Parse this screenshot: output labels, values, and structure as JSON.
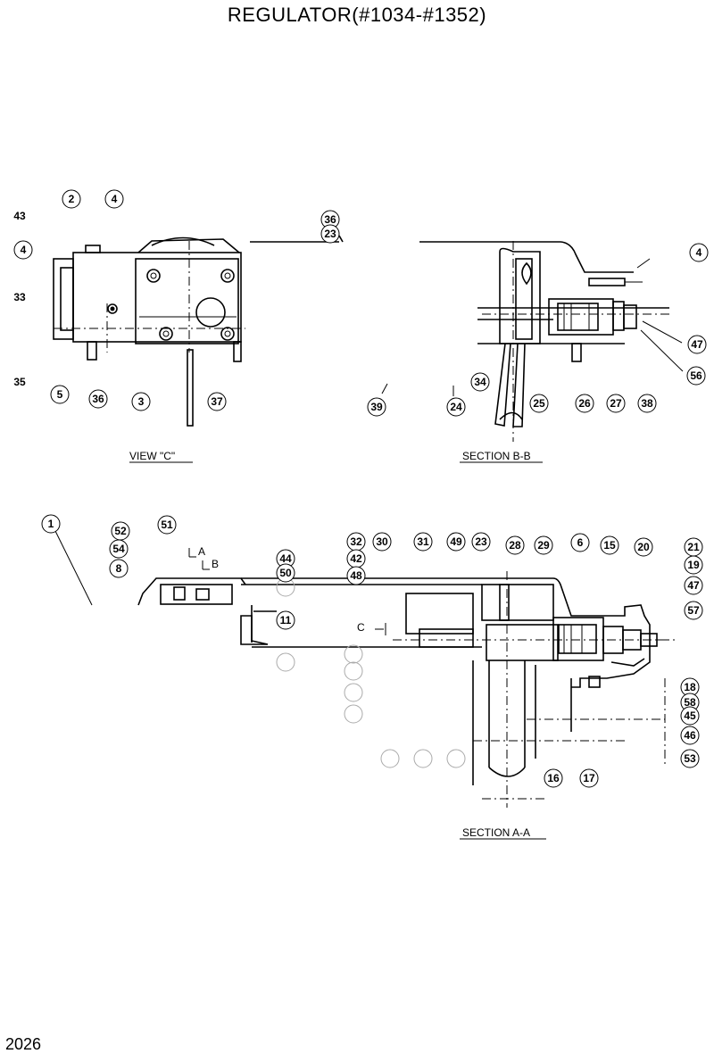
{
  "title": "REGULATOR(#1034-#1352)",
  "page_number": "2026",
  "views": {
    "view_c": "VIEW  \"C\"",
    "section_bb": "SECTION  B-B",
    "section_aa": "SECTION  A-A"
  },
  "section_marks": {
    "a": "A",
    "b": "B",
    "c": "C"
  },
  "callouts": {
    "view_c": [
      "2",
      "4",
      "43",
      "4",
      "33",
      "35",
      "5",
      "36",
      "3",
      "37"
    ],
    "section_bb": [
      "36",
      "23",
      "4",
      "47",
      "56",
      "25",
      "26",
      "27",
      "38",
      "39",
      "24",
      "34"
    ],
    "section_aa": [
      "1",
      "52",
      "54",
      "8",
      "51",
      "44",
      "50",
      "11",
      "32",
      "42",
      "30",
      "31",
      "49",
      "23",
      "48",
      "28",
      "29",
      "6",
      "15",
      "20",
      "21",
      "19",
      "47",
      "57",
      "18",
      "58",
      "45",
      "46",
      "53",
      "16",
      "17"
    ]
  }
}
